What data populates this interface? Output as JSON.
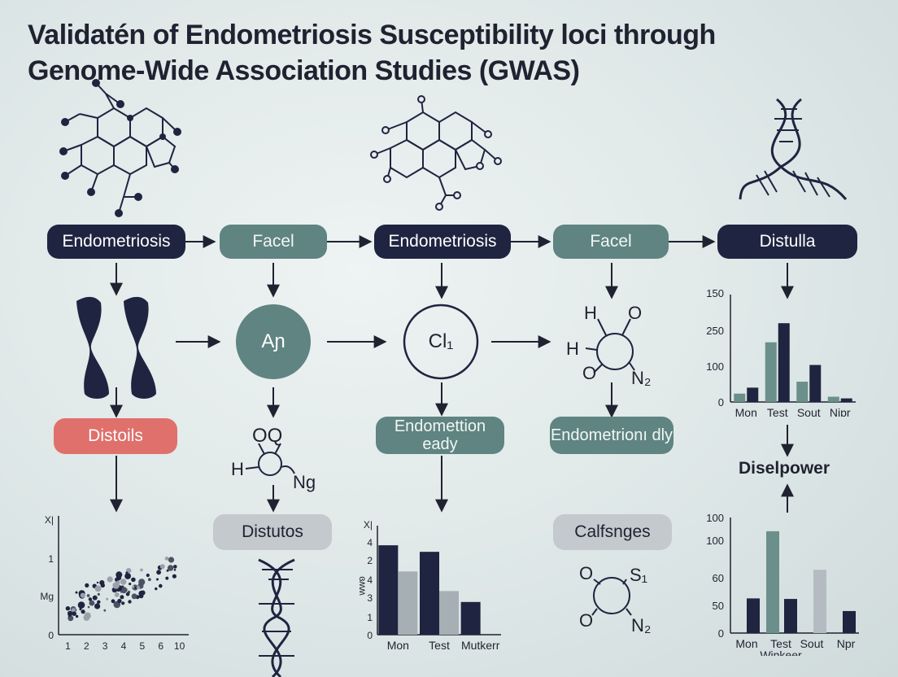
{
  "title": {
    "line1": "Validatén of Endometriosis Susceptibility loci through",
    "line2": "Genome-Wide Association Studies (GWAS)"
  },
  "flow_top": [
    "Endometriosis",
    "Facel",
    "Endometriosis",
    "Facel",
    "Distulla"
  ],
  "nodes": {
    "circle_a": "Aɲ",
    "circle_c": "Cl₁",
    "distoils": "Distoils",
    "endometion_eady": "Endomettion eady",
    "endometrion_dly": "Endometrionı dly",
    "distutos": "Distutos",
    "calfsnges": "Calfsnges",
    "diselpower": "Diselpower"
  },
  "molecules": {
    "m1": {
      "top_left": "H",
      "top_right": "O",
      "left": "H",
      "bottom_left": "O",
      "bottom_right": "N₂"
    },
    "m2": {
      "top": "OQ",
      "left": "H",
      "right": "Nɡ"
    },
    "m3": {
      "top_left": "O",
      "top_right": "S₁",
      "bottom_left": "O",
      "bottom_right": "N₂"
    }
  },
  "colors": {
    "dark": "#1f2440",
    "teal": "#5f8482",
    "red": "#e0706c",
    "grey": "#c3c9cd",
    "greybar": "#a6afb4",
    "tealbar": "#6b8f8a"
  },
  "chart_data": [
    {
      "type": "bar",
      "categories": [
        "Mon",
        "Test",
        "Sout",
        "Nipr"
      ],
      "ytick_labels": [
        "150",
        "250",
        "100",
        "0"
      ],
      "series": [
        {
          "values": [
            35,
            250,
            85,
            22
          ]
        },
        {
          "values": [
            60,
            330,
            155,
            15
          ]
        }
      ],
      "ylim": [
        0,
        450
      ],
      "grid": false
    },
    {
      "type": "bar",
      "categories": [
        "Mon",
        "Test",
        "Mutkerr"
      ],
      "ylabel": "ɞʍʍ",
      "ytick_labels": [
        "X|",
        "4",
        "2",
        "4",
        "3",
        "1",
        "0"
      ],
      "series": [
        {
          "values": [
            4.1,
            3.8,
            1.5
          ]
        },
        {
          "values": [
            2.9,
            2.0,
            0.0
          ]
        }
      ],
      "ylim": [
        0,
        5
      ],
      "grid": false
    },
    {
      "type": "bar",
      "categories": [
        "Mon",
        "Test",
        "Sout",
        "Npr"
      ],
      "xlabel": "Winkeer",
      "ytick_labels": [
        "100",
        "100",
        "60",
        "50",
        "0"
      ],
      "bars": [
        {
          "color": "dark",
          "value": 63
        },
        {
          "color": "teal",
          "value": 185
        },
        {
          "color": "dark",
          "value": 62
        },
        {
          "color": "grey",
          "value": 115
        },
        {
          "color": "dark",
          "value": 40
        }
      ],
      "ylim": [
        0,
        210
      ],
      "grid": false
    },
    {
      "type": "scatter",
      "ytick_labels": [
        "X|",
        "1",
        "Mɡ",
        "0"
      ],
      "x_ticks": [
        "1",
        "2",
        "3",
        "4",
        "5",
        "6",
        "10"
      ],
      "xlim": [
        0.5,
        7.5
      ],
      "ylim": [
        0,
        2
      ]
    }
  ]
}
